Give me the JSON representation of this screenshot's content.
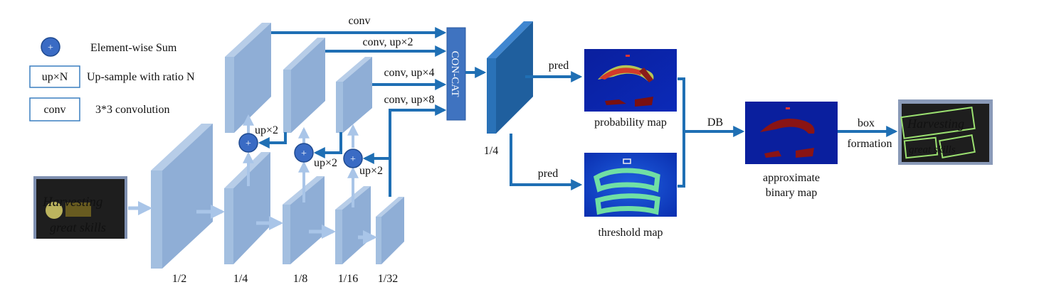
{
  "legend": {
    "sum_symbol": "+",
    "sum_label": "Element-wise Sum",
    "up_box": "up×N",
    "up_label": "Up-sample with ratio N",
    "conv_box": "conv",
    "conv_label": "3*3 convolution"
  },
  "backbone": {
    "scales": [
      "1/2",
      "1/4",
      "1/8",
      "1/16",
      "1/32"
    ]
  },
  "fpn": {
    "upsample_labels": [
      "up×2",
      "up×2",
      "up×2"
    ],
    "sum_symbol": "+"
  },
  "concat": {
    "label": "CON-CAT",
    "branch_labels": [
      "conv",
      "conv, up×2",
      "conv, up×4",
      "conv, up×8"
    ]
  },
  "feature": {
    "scale": "1/4"
  },
  "heads": {
    "pred_top": "pred",
    "pred_bottom": "pred",
    "probability_map": "probability map",
    "threshold_map": "threshold map",
    "db": "DB",
    "approx_line1": "approximate",
    "approx_line2": "binary map",
    "box_line1": "box",
    "box_line2": "formation"
  },
  "images": {
    "input_text_line1": "Harvesting",
    "input_text_line2": "great skills"
  },
  "colors": {
    "block_front": "#8faed6",
    "block_side": "#b7cde8",
    "arrow_light": "#a9c5e8",
    "arrow_dark": "#1f6fb4",
    "concat": "#3f73c0",
    "feature_dark": "#1f5f9e",
    "sum_fill": "#3a6bc4"
  }
}
